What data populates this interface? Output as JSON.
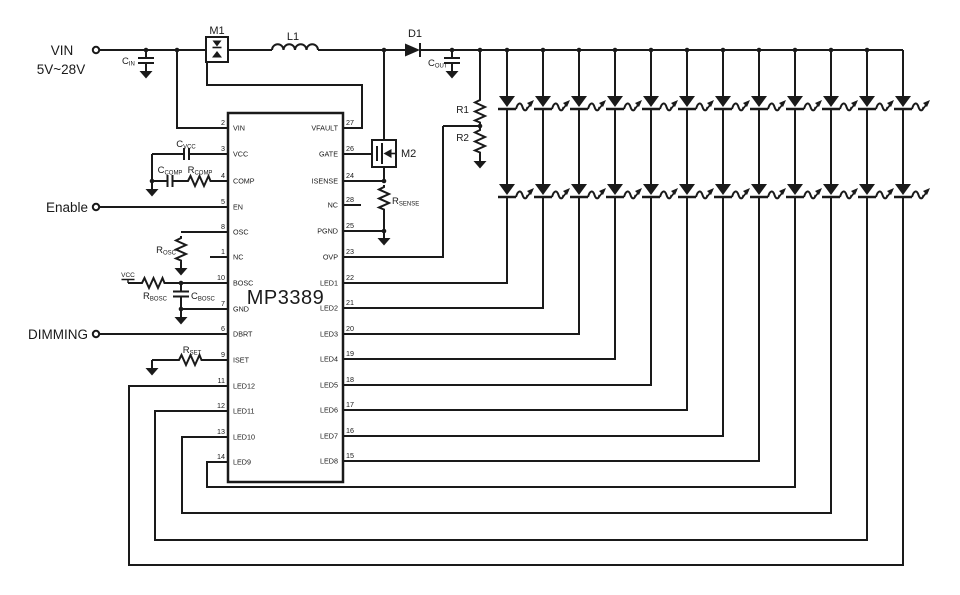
{
  "colors": {
    "background": "#ffffff",
    "ink": "#1a1a1a"
  },
  "input": {
    "vin_label": "VIN",
    "vin_range": "5V~28V",
    "enable_label": "Enable",
    "dimming_label": "DIMMING"
  },
  "ic": {
    "part_number": "MP3389",
    "pins_left": [
      {
        "num": "2",
        "name": "VIN"
      },
      {
        "num": "3",
        "name": "VCC"
      },
      {
        "num": "4",
        "name": "COMP"
      },
      {
        "num": "5",
        "name": "EN"
      },
      {
        "num": "8",
        "name": "OSC"
      },
      {
        "num": "1",
        "name": "NC"
      },
      {
        "num": "10",
        "name": "BOSC"
      },
      {
        "num": "7",
        "name": "GND"
      },
      {
        "num": "6",
        "name": "DBRT"
      },
      {
        "num": "9",
        "name": "ISET"
      },
      {
        "num": "11",
        "name": "LED12"
      },
      {
        "num": "12",
        "name": "LED11"
      },
      {
        "num": "13",
        "name": "LED10"
      },
      {
        "num": "14",
        "name": "LED9"
      }
    ],
    "pins_right": [
      {
        "num": "27",
        "name": "VFAULT"
      },
      {
        "num": "26",
        "name": "GATE"
      },
      {
        "num": "24",
        "name": "ISENSE"
      },
      {
        "num": "28",
        "name": "NC"
      },
      {
        "num": "25",
        "name": "PGND"
      },
      {
        "num": "23",
        "name": "OVP"
      },
      {
        "num": "22",
        "name": "LED1"
      },
      {
        "num": "21",
        "name": "LED2"
      },
      {
        "num": "20",
        "name": "LED3"
      },
      {
        "num": "19",
        "name": "LED4"
      },
      {
        "num": "18",
        "name": "LED5"
      },
      {
        "num": "17",
        "name": "LED6"
      },
      {
        "num": "16",
        "name": "LED7"
      },
      {
        "num": "15",
        "name": "LED8"
      }
    ]
  },
  "components": {
    "m1": "M1",
    "l1": "L1",
    "d1": "D1",
    "m2": "M2",
    "r1": "R1",
    "r2": "R2",
    "cin": {
      "name": "C",
      "sub": "IN"
    },
    "cout": {
      "name": "C",
      "sub": "OUT"
    },
    "cvcc": {
      "name": "C",
      "sub": "VCC"
    },
    "ccomp": {
      "name": "C",
      "sub": "COMP"
    },
    "rcomp": {
      "name": "R",
      "sub": "COMP"
    },
    "rosc": {
      "name": "R",
      "sub": "OSC"
    },
    "rbosc": {
      "name": "R",
      "sub": "BOSC"
    },
    "cbosc": {
      "name": "C",
      "sub": "BOSC"
    },
    "rset": {
      "name": "R",
      "sub": "SET"
    },
    "rsense": {
      "name": "R",
      "sub": "SENSE"
    },
    "vcc_net": "VCC"
  },
  "led_array": {
    "string_count": 12,
    "led_rows_shown": 2
  }
}
